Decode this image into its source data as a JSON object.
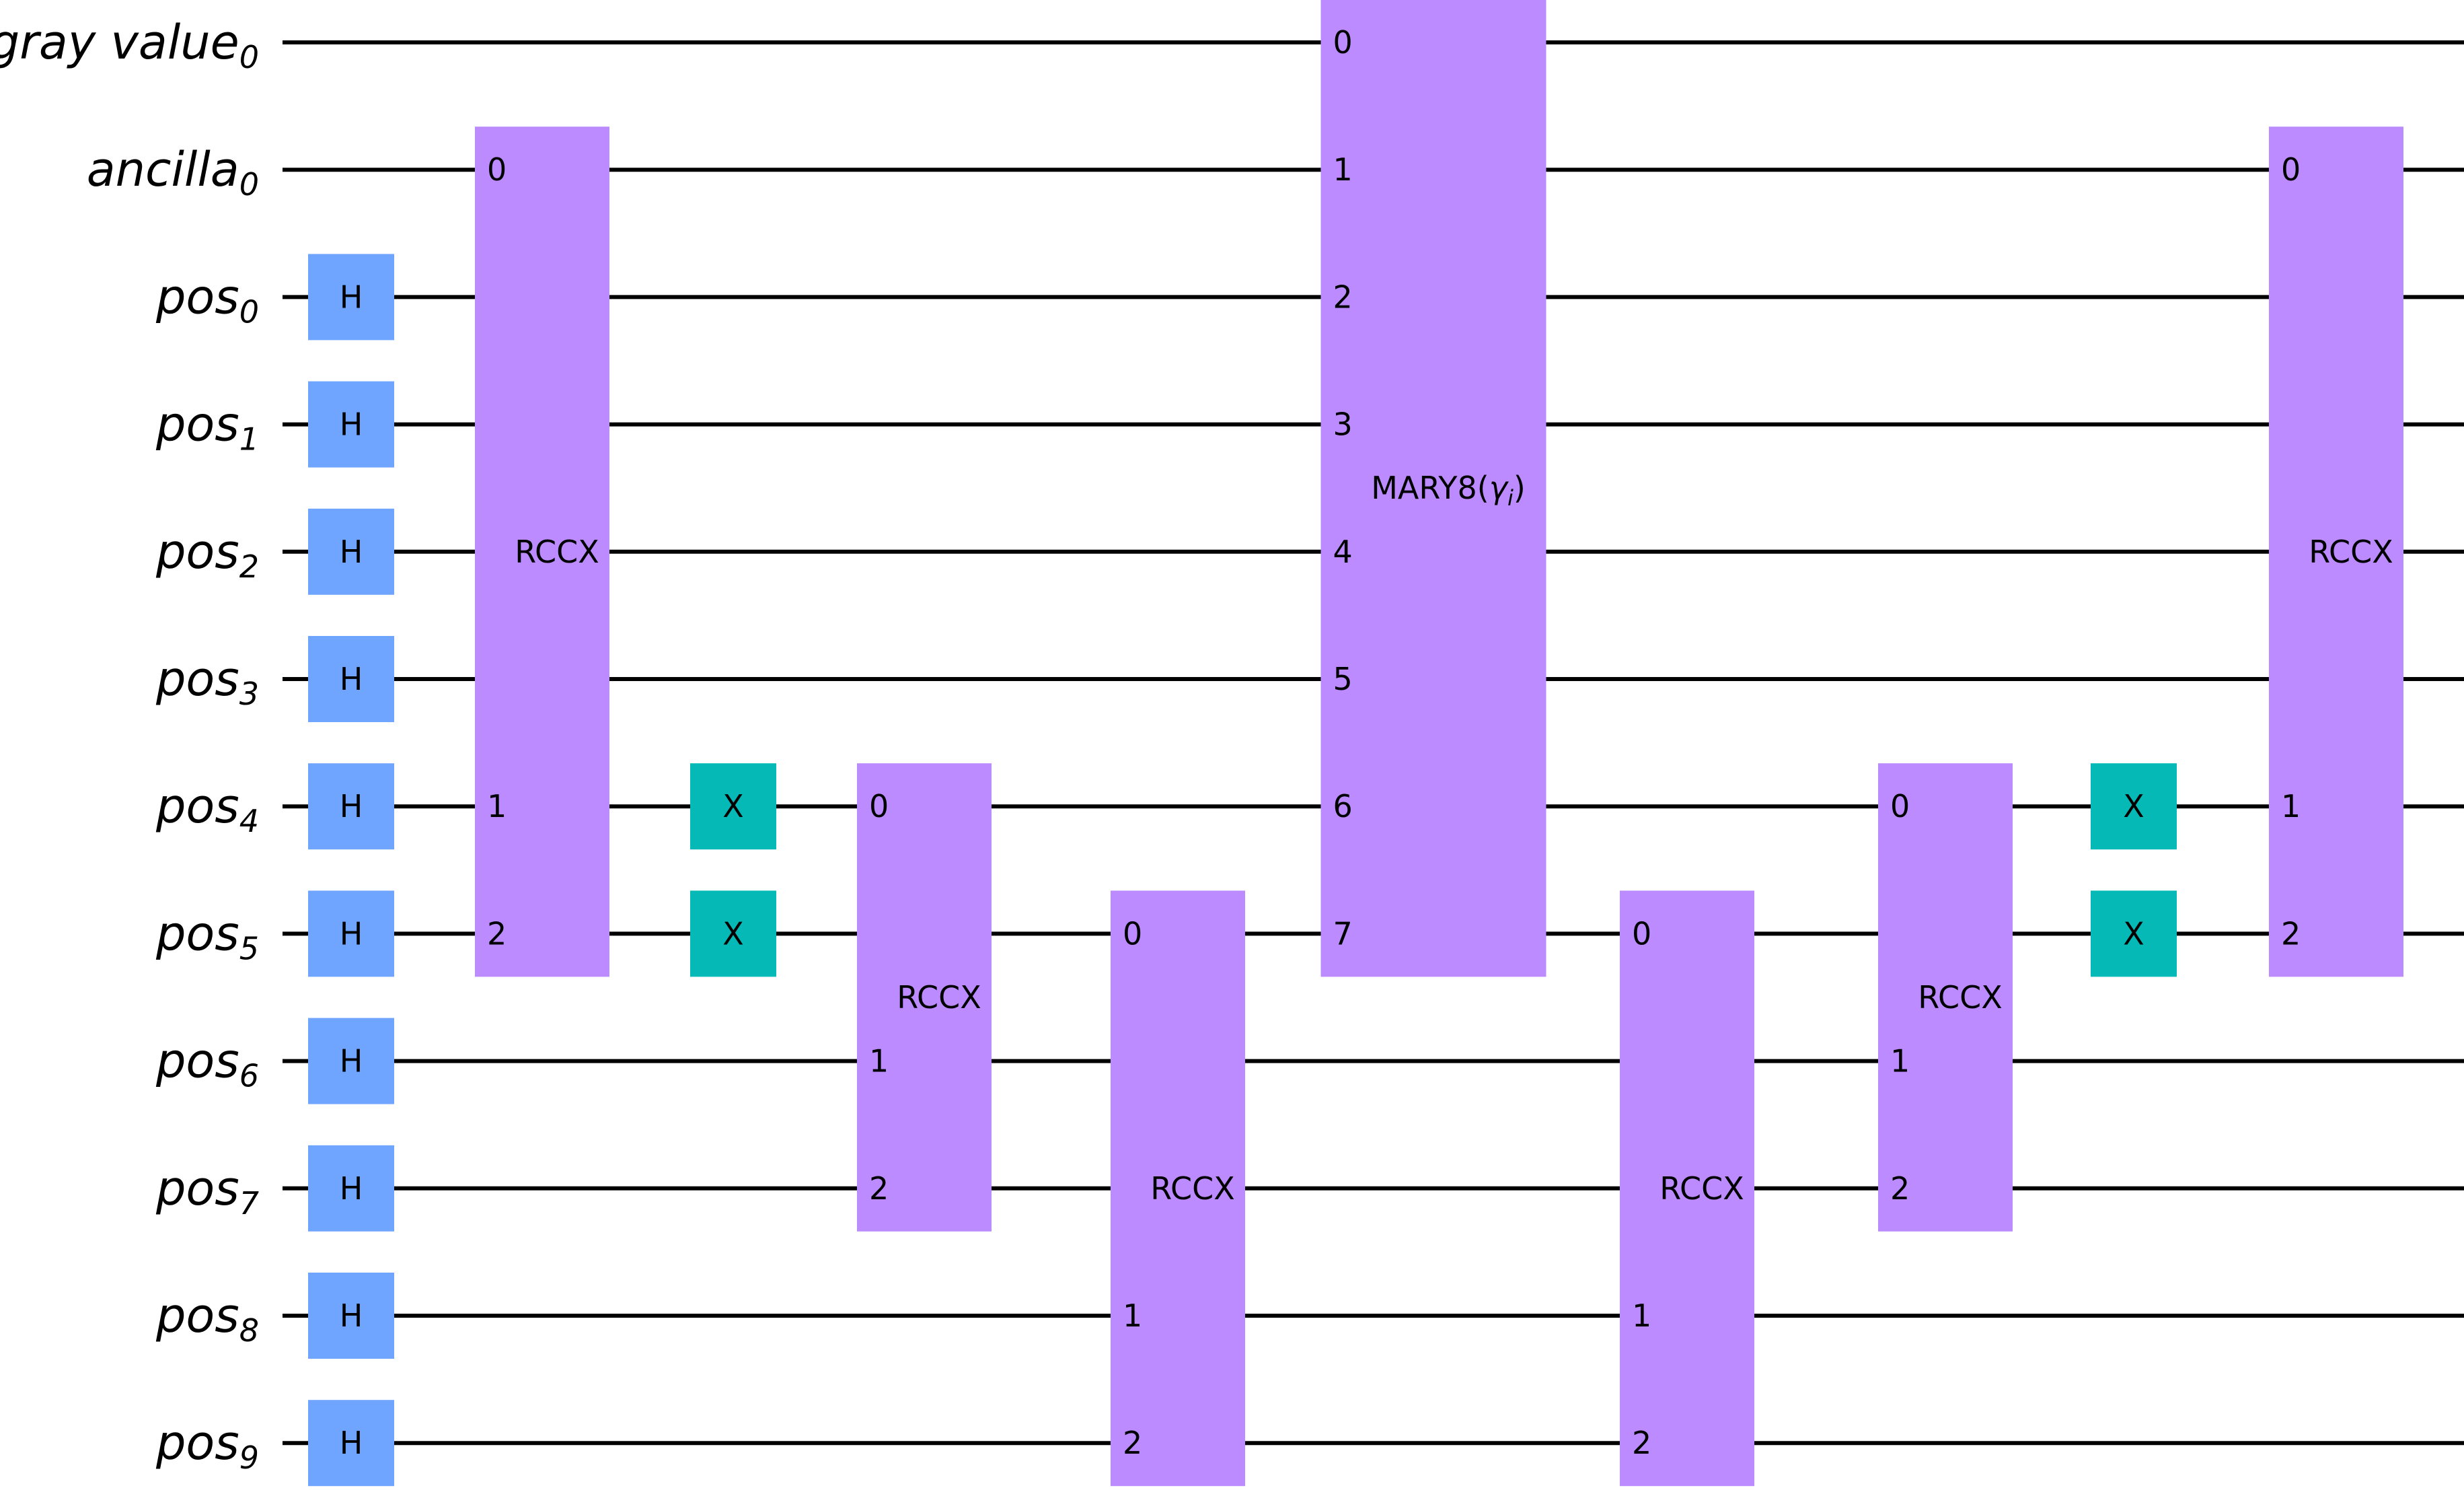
{
  "qubits": [
    {
      "base": "gray value",
      "index": "0"
    },
    {
      "base": "ancilla",
      "index": "0"
    },
    {
      "base": "pos",
      "index": "0"
    },
    {
      "base": "pos",
      "index": "1"
    },
    {
      "base": "pos",
      "index": "2"
    },
    {
      "base": "pos",
      "index": "3"
    },
    {
      "base": "pos",
      "index": "4"
    },
    {
      "base": "pos",
      "index": "5"
    },
    {
      "base": "pos",
      "index": "6"
    },
    {
      "base": "pos",
      "index": "7"
    },
    {
      "base": "pos",
      "index": "8"
    },
    {
      "base": "pos",
      "index": "9"
    }
  ],
  "colors": {
    "h_gate": "#6fa4ff",
    "x_gate": "#05bab6",
    "multi_gate": "#bb8bff",
    "wire": "#000000"
  },
  "gates": [
    {
      "id": "h-pos0",
      "type": "single",
      "label": "H",
      "qubit": 2,
      "col": 0,
      "color": "h_gate"
    },
    {
      "id": "h-pos1",
      "type": "single",
      "label": "H",
      "qubit": 3,
      "col": 0,
      "color": "h_gate"
    },
    {
      "id": "h-pos2",
      "type": "single",
      "label": "H",
      "qubit": 4,
      "col": 0,
      "color": "h_gate"
    },
    {
      "id": "h-pos3",
      "type": "single",
      "label": "H",
      "qubit": 5,
      "col": 0,
      "color": "h_gate"
    },
    {
      "id": "h-pos4",
      "type": "single",
      "label": "H",
      "qubit": 6,
      "col": 0,
      "color": "h_gate"
    },
    {
      "id": "h-pos5",
      "type": "single",
      "label": "H",
      "qubit": 7,
      "col": 0,
      "color": "h_gate"
    },
    {
      "id": "h-pos6",
      "type": "single",
      "label": "H",
      "qubit": 8,
      "col": 0,
      "color": "h_gate"
    },
    {
      "id": "h-pos7",
      "type": "single",
      "label": "H",
      "qubit": 9,
      "col": 0,
      "color": "h_gate"
    },
    {
      "id": "h-pos8",
      "type": "single",
      "label": "H",
      "qubit": 10,
      "col": 0,
      "color": "h_gate"
    },
    {
      "id": "h-pos9",
      "type": "single",
      "label": "H",
      "qubit": 11,
      "col": 0,
      "color": "h_gate"
    },
    {
      "id": "rccx-1",
      "type": "multi",
      "label": "RCCX",
      "col": 1,
      "color": "multi_gate",
      "ports": [
        {
          "qubit": 1,
          "label": "0"
        },
        {
          "qubit": 6,
          "label": "1"
        },
        {
          "qubit": 7,
          "label": "2"
        }
      ]
    },
    {
      "id": "x-pos4-a",
      "type": "single",
      "label": "X",
      "qubit": 6,
      "col": 2,
      "color": "x_gate"
    },
    {
      "id": "x-pos5-a",
      "type": "single",
      "label": "X",
      "qubit": 7,
      "col": 2,
      "color": "x_gate"
    },
    {
      "id": "rccx-2",
      "type": "multi",
      "label": "RCCX",
      "col": 3,
      "color": "multi_gate",
      "ports": [
        {
          "qubit": 6,
          "label": "0"
        },
        {
          "qubit": 8,
          "label": "1"
        },
        {
          "qubit": 9,
          "label": "2"
        }
      ]
    },
    {
      "id": "rccx-3",
      "type": "multi",
      "label": "RCCX",
      "col": 4,
      "color": "multi_gate",
      "ports": [
        {
          "qubit": 7,
          "label": "0"
        },
        {
          "qubit": 10,
          "label": "1"
        },
        {
          "qubit": 11,
          "label": "2"
        }
      ]
    },
    {
      "id": "mary8",
      "type": "multi",
      "label": "MARY8(",
      "label_sym": "γ",
      "label_sub": "i",
      "label_end": ")",
      "col": 5,
      "color": "multi_gate",
      "ports": [
        {
          "qubit": 0,
          "label": "0"
        },
        {
          "qubit": 1,
          "label": "1"
        },
        {
          "qubit": 2,
          "label": "2"
        },
        {
          "qubit": 3,
          "label": "3"
        },
        {
          "qubit": 4,
          "label": "4"
        },
        {
          "qubit": 5,
          "label": "5"
        },
        {
          "qubit": 6,
          "label": "6"
        },
        {
          "qubit": 7,
          "label": "7"
        }
      ]
    },
    {
      "id": "rccx-4",
      "type": "multi",
      "label": "RCCX",
      "col": 6,
      "color": "multi_gate",
      "ports": [
        {
          "qubit": 7,
          "label": "0"
        },
        {
          "qubit": 10,
          "label": "1"
        },
        {
          "qubit": 11,
          "label": "2"
        }
      ]
    },
    {
      "id": "rccx-5",
      "type": "multi",
      "label": "RCCX",
      "col": 7,
      "color": "multi_gate",
      "ports": [
        {
          "qubit": 6,
          "label": "0"
        },
        {
          "qubit": 8,
          "label": "1"
        },
        {
          "qubit": 9,
          "label": "2"
        }
      ]
    },
    {
      "id": "x-pos4-b",
      "type": "single",
      "label": "X",
      "qubit": 6,
      "col": 8,
      "color": "x_gate"
    },
    {
      "id": "x-pos5-b",
      "type": "single",
      "label": "X",
      "qubit": 7,
      "col": 8,
      "color": "x_gate"
    },
    {
      "id": "rccx-6",
      "type": "multi",
      "label": "RCCX",
      "col": 9,
      "color": "multi_gate",
      "ports": [
        {
          "qubit": 1,
          "label": "0"
        },
        {
          "qubit": 6,
          "label": "1"
        },
        {
          "qubit": 7,
          "label": "2"
        }
      ]
    }
  ]
}
